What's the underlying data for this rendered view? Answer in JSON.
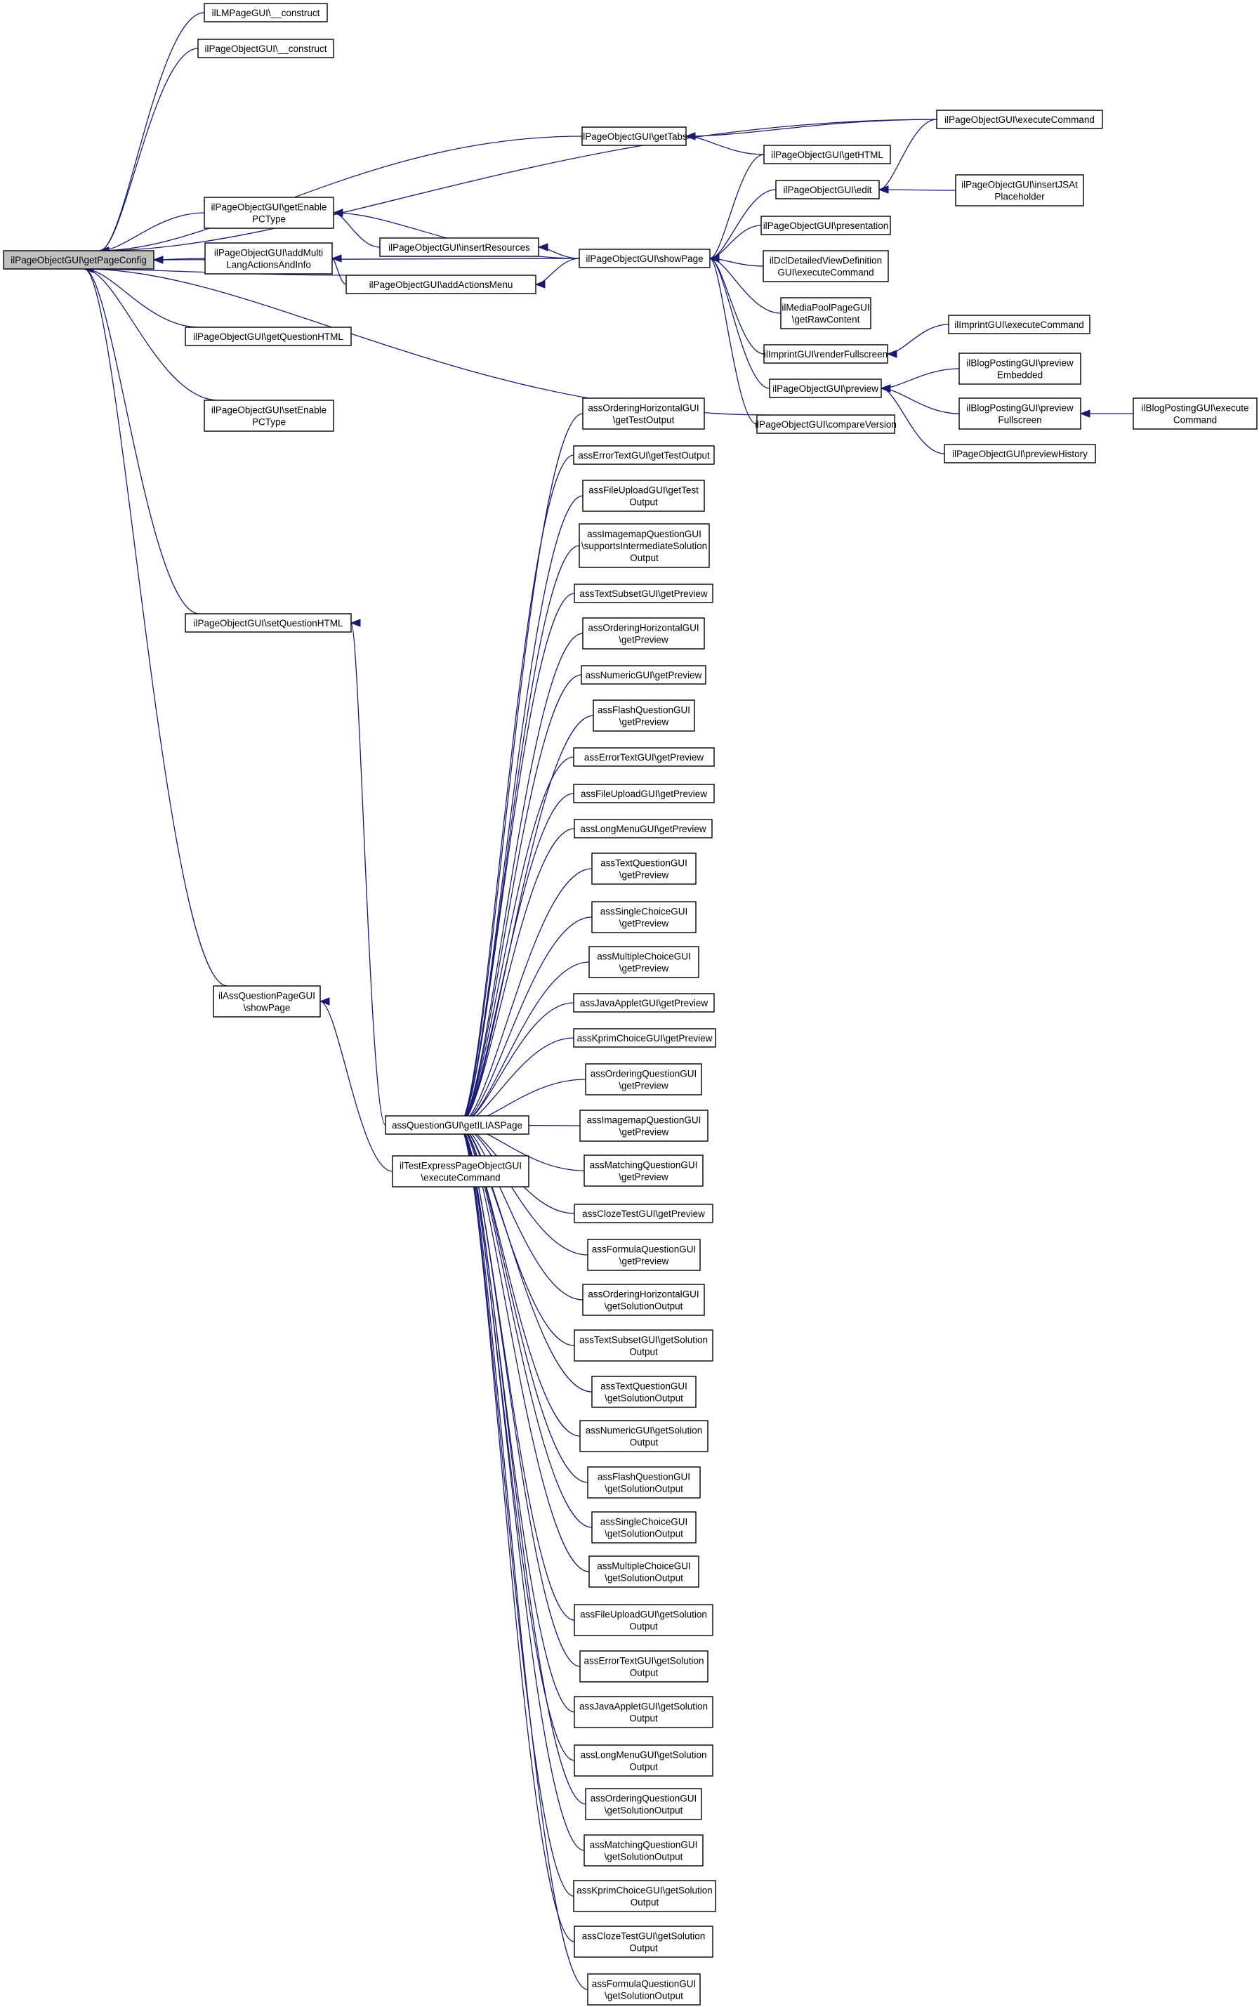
{
  "graph": {
    "root": "n00",
    "colors": {
      "edge": "#191970",
      "root_fill": "#bfbfbf",
      "node_fill": "#ffffff",
      "text": "#000000"
    },
    "nodes": [
      {
        "id": "n00",
        "lines": [
          "ilPageObjectGUI\\getPageConfig"
        ]
      },
      {
        "id": "n01",
        "lines": [
          "ilLMPageGUI\\__construct"
        ]
      },
      {
        "id": "n02",
        "lines": [
          "ilPageObjectGUI\\__construct"
        ]
      },
      {
        "id": "n03",
        "lines": [
          "ilPageObjectGUI\\getTabs"
        ]
      },
      {
        "id": "n04",
        "lines": [
          "ilPageObjectGUI\\executeCommand"
        ]
      },
      {
        "id": "n05",
        "lines": [
          "ilPageObjectGUI\\getHTML"
        ]
      },
      {
        "id": "n06",
        "lines": [
          "ilPageObjectGUI\\edit"
        ]
      },
      {
        "id": "n07",
        "lines": [
          "ilPageObjectGUI\\insertJSAt",
          "Placeholder"
        ]
      },
      {
        "id": "n08",
        "lines": [
          "ilPageObjectGUI\\getEnable",
          "PCType"
        ]
      },
      {
        "id": "n09",
        "lines": [
          "ilPageObjectGUI\\insertResources"
        ]
      },
      {
        "id": "n10",
        "lines": [
          "ilPageObjectGUI\\showPage"
        ]
      },
      {
        "id": "n11",
        "lines": [
          "ilPageObjectGUI\\presentation"
        ]
      },
      {
        "id": "n12",
        "lines": [
          "ilPageObjectGUI\\addMulti",
          "LangActionsAndInfo"
        ]
      },
      {
        "id": "n13",
        "lines": [
          "ilPageObjectGUI\\addActionsMenu"
        ]
      },
      {
        "id": "n14",
        "lines": [
          "ilDclDetailedViewDefinition",
          "GUI\\executeCommand"
        ]
      },
      {
        "id": "n15",
        "lines": [
          "ilMediaPoolPageGUI",
          "\\getRawContent"
        ]
      },
      {
        "id": "n16",
        "lines": [
          "ilImprintGUI\\executeCommand"
        ]
      },
      {
        "id": "n17",
        "lines": [
          "ilPageObjectGUI\\getQuestionHTML"
        ]
      },
      {
        "id": "n18",
        "lines": [
          "ilImprintGUI\\renderFullscreen"
        ]
      },
      {
        "id": "n19",
        "lines": [
          "ilBlogPostingGUI\\preview",
          "Embedded"
        ]
      },
      {
        "id": "n20",
        "lines": [
          "ilPageObjectGUI\\preview"
        ]
      },
      {
        "id": "n21",
        "lines": [
          "ilPageObjectGUI\\setEnable",
          "PCType"
        ]
      },
      {
        "id": "n22",
        "lines": [
          "ilBlogPostingGUI\\preview",
          "Fullscreen"
        ]
      },
      {
        "id": "n23",
        "lines": [
          "ilBlogPostingGUI\\execute",
          "Command"
        ]
      },
      {
        "id": "n24",
        "lines": [
          "ilPageObjectGUI\\compareVersion"
        ]
      },
      {
        "id": "n25",
        "lines": [
          "ilPageObjectGUI\\previewHistory"
        ]
      },
      {
        "id": "n26",
        "lines": [
          "ilPageObjectGUI\\setQuestionHTML"
        ]
      },
      {
        "id": "n27",
        "lines": [
          "ilAssQuestionPageGUI",
          "\\showPage"
        ]
      },
      {
        "id": "n28",
        "lines": [
          "assQuestionGUI\\getILIASPage"
        ]
      },
      {
        "id": "n29",
        "lines": [
          "ilTestExpressPageObjectGUI",
          "\\executeCommand"
        ]
      },
      {
        "id": "q01",
        "lines": [
          "assOrderingHorizontalGUI",
          "\\getTestOutput"
        ]
      },
      {
        "id": "q02",
        "lines": [
          "assErrorTextGUI\\getTestOutput"
        ]
      },
      {
        "id": "q03",
        "lines": [
          "assFileUploadGUI\\getTest",
          "Output"
        ]
      },
      {
        "id": "q04",
        "lines": [
          "assImagemapQuestionGUI",
          "\\supportsIntermediateSolution",
          "Output"
        ]
      },
      {
        "id": "q05",
        "lines": [
          "assTextSubsetGUI\\getPreview"
        ]
      },
      {
        "id": "q06",
        "lines": [
          "assOrderingHorizontalGUI",
          "\\getPreview"
        ]
      },
      {
        "id": "q07",
        "lines": [
          "assNumericGUI\\getPreview"
        ]
      },
      {
        "id": "q08",
        "lines": [
          "assFlashQuestionGUI",
          "\\getPreview"
        ]
      },
      {
        "id": "q09",
        "lines": [
          "assErrorTextGUI\\getPreview"
        ]
      },
      {
        "id": "q10",
        "lines": [
          "assFileUploadGUI\\getPreview"
        ]
      },
      {
        "id": "q11",
        "lines": [
          "assLongMenuGUI\\getPreview"
        ]
      },
      {
        "id": "q12",
        "lines": [
          "assTextQuestionGUI",
          "\\getPreview"
        ]
      },
      {
        "id": "q13",
        "lines": [
          "assSingleChoiceGUI",
          "\\getPreview"
        ]
      },
      {
        "id": "q14",
        "lines": [
          "assMultipleChoiceGUI",
          "\\getPreview"
        ]
      },
      {
        "id": "q15",
        "lines": [
          "assJavaAppletGUI\\getPreview"
        ]
      },
      {
        "id": "q16",
        "lines": [
          "assKprimChoiceGUI\\getPreview"
        ]
      },
      {
        "id": "q17",
        "lines": [
          "assOrderingQuestionGUI",
          "\\getPreview"
        ]
      },
      {
        "id": "q18",
        "lines": [
          "assImagemapQuestionGUI",
          "\\getPreview"
        ]
      },
      {
        "id": "q19",
        "lines": [
          "assMatchingQuestionGUI",
          "\\getPreview"
        ]
      },
      {
        "id": "q20",
        "lines": [
          "assClozeTestGUI\\getPreview"
        ]
      },
      {
        "id": "q21",
        "lines": [
          "assFormulaQuestionGUI",
          "\\getPreview"
        ]
      },
      {
        "id": "q22",
        "lines": [
          "assOrderingHorizontalGUI",
          "\\getSolutionOutput"
        ]
      },
      {
        "id": "q23",
        "lines": [
          "assTextSubsetGUI\\getSolution",
          "Output"
        ]
      },
      {
        "id": "q24",
        "lines": [
          "assTextQuestionGUI",
          "\\getSolutionOutput"
        ]
      },
      {
        "id": "q25",
        "lines": [
          "assNumericGUI\\getSolution",
          "Output"
        ]
      },
      {
        "id": "q26",
        "lines": [
          "assFlashQuestionGUI",
          "\\getSolutionOutput"
        ]
      },
      {
        "id": "q27",
        "lines": [
          "assSingleChoiceGUI",
          "\\getSolutionOutput"
        ]
      },
      {
        "id": "q28",
        "lines": [
          "assMultipleChoiceGUI",
          "\\getSolutionOutput"
        ]
      },
      {
        "id": "q29",
        "lines": [
          "assFileUploadGUI\\getSolution",
          "Output"
        ]
      },
      {
        "id": "q30",
        "lines": [
          "assErrorTextGUI\\getSolution",
          "Output"
        ]
      },
      {
        "id": "q31",
        "lines": [
          "assJavaAppletGUI\\getSolution",
          "Output"
        ]
      },
      {
        "id": "q32",
        "lines": [
          "assLongMenuGUI\\getSolution",
          "Output"
        ]
      },
      {
        "id": "q33",
        "lines": [
          "assOrderingQuestionGUI",
          "\\getSolutionOutput"
        ]
      },
      {
        "id": "q34",
        "lines": [
          "assMatchingQuestionGUI",
          "\\getSolutionOutput"
        ]
      },
      {
        "id": "q35",
        "lines": [
          "assKprimChoiceGUI\\getSolution",
          "Output"
        ]
      },
      {
        "id": "q36",
        "lines": [
          "assClozeTestGUI\\getSolution",
          "Output"
        ]
      },
      {
        "id": "q37",
        "lines": [
          "assFormulaQuestionGUI",
          "\\getSolutionOutput"
        ]
      }
    ],
    "edges": [
      [
        "n01",
        "n00"
      ],
      [
        "n02",
        "n00"
      ],
      [
        "n03",
        "n00"
      ],
      [
        "n04",
        "n00"
      ],
      [
        "n08",
        "n00"
      ],
      [
        "n10",
        "n00"
      ],
      [
        "n12",
        "n00"
      ],
      [
        "n13",
        "n00"
      ],
      [
        "n17",
        "n00"
      ],
      [
        "n21",
        "n00"
      ],
      [
        "n24",
        "n00"
      ],
      [
        "n26",
        "n00"
      ],
      [
        "n27",
        "n00"
      ],
      [
        "n04",
        "n03"
      ],
      [
        "n05",
        "n03"
      ],
      [
        "n07",
        "n06"
      ],
      [
        "n04",
        "n06"
      ],
      [
        "n09",
        "n08"
      ],
      [
        "n10",
        "n08"
      ],
      [
        "n10",
        "n09"
      ],
      [
        "n13",
        "n12"
      ],
      [
        "n10",
        "n13"
      ],
      [
        "n05",
        "n10"
      ],
      [
        "n06",
        "n10"
      ],
      [
        "n11",
        "n10"
      ],
      [
        "n14",
        "n10"
      ],
      [
        "n15",
        "n10"
      ],
      [
        "n18",
        "n10"
      ],
      [
        "n20",
        "n10"
      ],
      [
        "n24",
        "n10"
      ],
      [
        "n16",
        "n18"
      ],
      [
        "n19",
        "n20"
      ],
      [
        "n22",
        "n20"
      ],
      [
        "n25",
        "n20"
      ],
      [
        "n23",
        "n22"
      ],
      [
        "n28",
        "n26"
      ],
      [
        "n29",
        "n27"
      ],
      [
        "q01",
        "n28"
      ],
      [
        "q02",
        "n28"
      ],
      [
        "q03",
        "n28"
      ],
      [
        "q04",
        "n28"
      ],
      [
        "q05",
        "n28"
      ],
      [
        "q06",
        "n28"
      ],
      [
        "q07",
        "n28"
      ],
      [
        "q08",
        "n28"
      ],
      [
        "q09",
        "n28"
      ],
      [
        "q10",
        "n28"
      ],
      [
        "q11",
        "n28"
      ],
      [
        "q12",
        "n28"
      ],
      [
        "q13",
        "n28"
      ],
      [
        "q14",
        "n28"
      ],
      [
        "q15",
        "n28"
      ],
      [
        "q16",
        "n28"
      ],
      [
        "q17",
        "n28"
      ],
      [
        "q18",
        "n28"
      ],
      [
        "q19",
        "n28"
      ],
      [
        "q20",
        "n28"
      ],
      [
        "q21",
        "n28"
      ],
      [
        "q22",
        "n28"
      ],
      [
        "q23",
        "n28"
      ],
      [
        "q24",
        "n28"
      ],
      [
        "q25",
        "n28"
      ],
      [
        "q26",
        "n28"
      ],
      [
        "q27",
        "n28"
      ],
      [
        "q28",
        "n28"
      ],
      [
        "q29",
        "n28"
      ],
      [
        "q30",
        "n28"
      ],
      [
        "q31",
        "n28"
      ],
      [
        "q32",
        "n28"
      ],
      [
        "q33",
        "n28"
      ],
      [
        "q34",
        "n28"
      ],
      [
        "q35",
        "n28"
      ],
      [
        "q36",
        "n28"
      ],
      [
        "q37",
        "n28"
      ]
    ]
  }
}
